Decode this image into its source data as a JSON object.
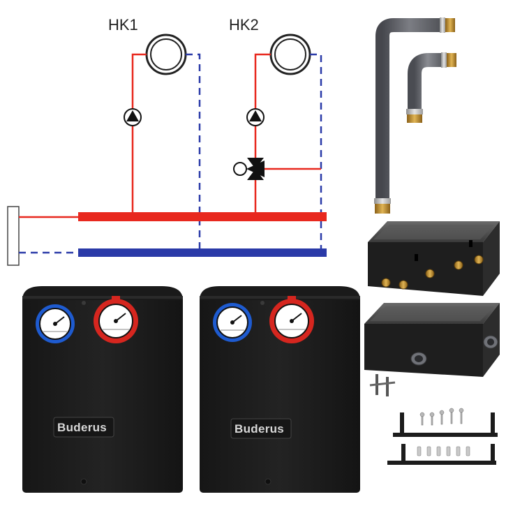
{
  "schematic": {
    "circuits": [
      {
        "label": "HK1"
      },
      {
        "label": "HK2"
      }
    ]
  },
  "station_brand": "Buderus",
  "colors": {
    "flow_red": "#e8281e",
    "return_blue": "#2a3aa8",
    "station_body": "#1b1b1b",
    "handle_blue": "#1e5bd0",
    "handle_red": "#d6261f",
    "brass": "#b8862e",
    "pipe_grey": "#707278"
  }
}
